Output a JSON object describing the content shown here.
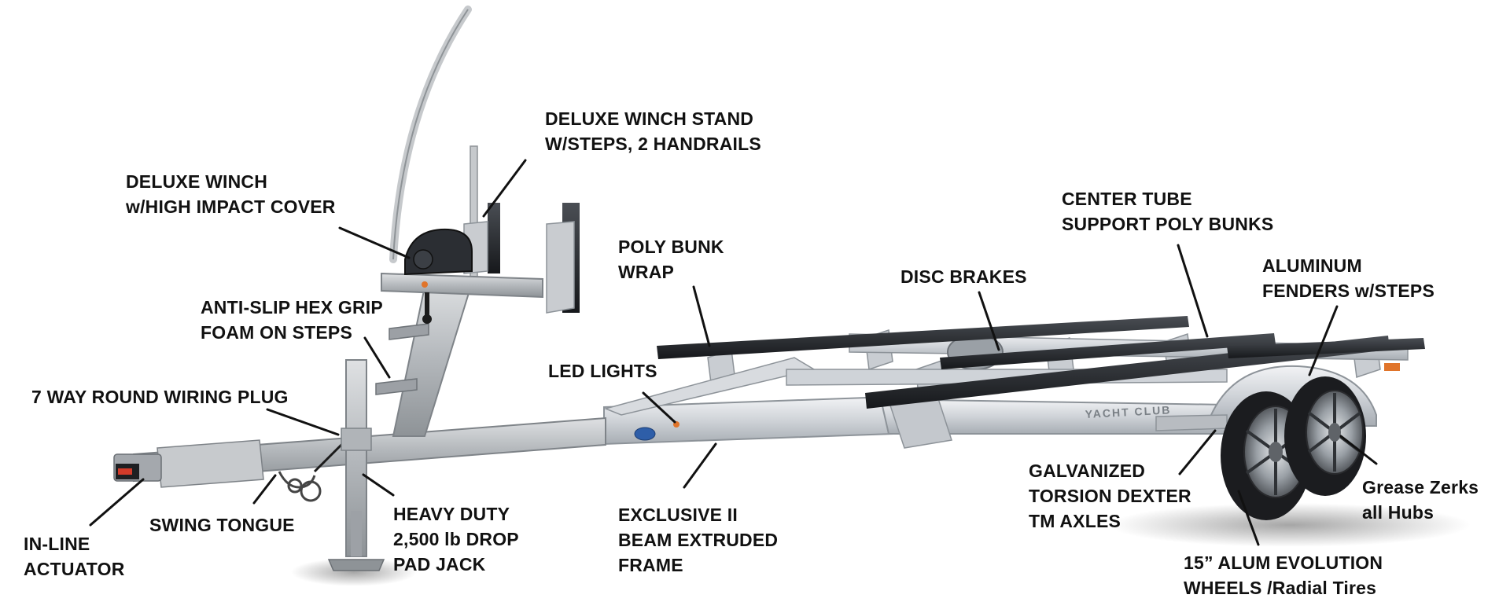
{
  "colors": {
    "label_text": "#111111",
    "leader_line": "#111111",
    "galvanized_steel": "#b9bcc0",
    "aluminum": "#d4d7db",
    "bunk_black": "#24272b",
    "tire_black": "#1b1c1f",
    "amber_reflector": "#e0742a",
    "accent_blue": "#2e5ea8"
  },
  "brand": {
    "frame_logo": "YACHT CLUB"
  },
  "callouts": {
    "deluxe_winch_stand": "DELUXE WINCH STAND\nW/STEPS, 2 HANDRAILS",
    "deluxe_winch": "DELUXE WINCH\nw/HIGH IMPACT COVER",
    "center_tube": "CENTER TUBE\nSUPPORT POLY BUNKS",
    "poly_bunk_wrap": "POLY BUNK\nWRAP",
    "disc_brakes": "DISC BRAKES",
    "aluminum_fenders": "ALUMINUM\nFENDERS w/STEPS",
    "anti_slip": "ANTI-SLIP HEX GRIP\nFOAM ON STEPS",
    "led_lights": "LED LIGHTS",
    "wiring_plug": "7 WAY ROUND WIRING PLUG",
    "galvanized_torsion": "GALVANIZED\nTORSION DEXTER\nTM AXLES",
    "grease_zerks": "Grease Zerks\nall Hubs",
    "heavy_duty_jack": "HEAVY DUTY\n2,500 lb DROP\nPAD JACK",
    "swing_tongue": "SWING TONGUE",
    "in_line_actuator": "IN-LINE\nACTUATOR",
    "exclusive_beam": "EXCLUSIVE II\nBEAM EXTRUDED\nFRAME",
    "wheels": "15” ALUM EVOLUTION\nWHEELS /Radial Tires"
  }
}
